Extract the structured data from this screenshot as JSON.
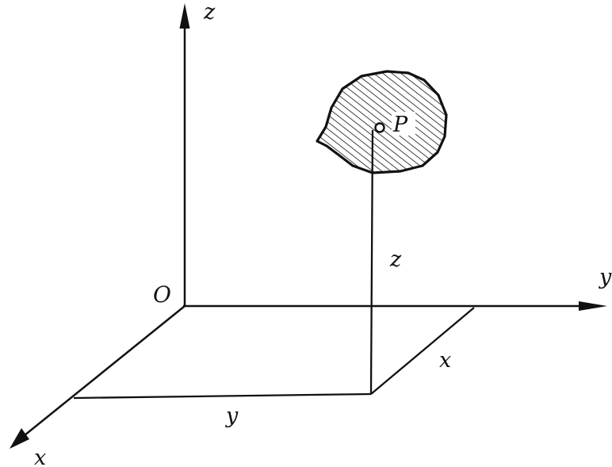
{
  "diagram": {
    "labels": {
      "z_axis": "z",
      "y_axis": "y",
      "x_axis": "x",
      "origin": "O",
      "point": "P",
      "z_coord": "z",
      "y_coord": "y",
      "x_coord": "x"
    },
    "colors": {
      "ink": "#111111",
      "background": "#ffffff"
    }
  }
}
